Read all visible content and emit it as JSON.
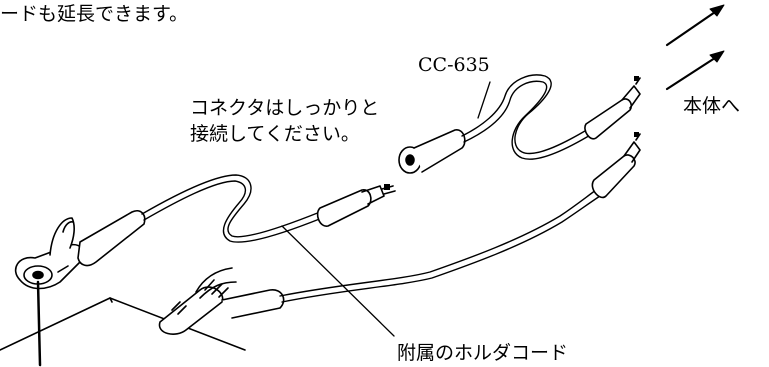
{
  "intro_text": "ードも延長できます。",
  "labels": {
    "extension_cord_model": "CC-635",
    "connector_note_line1": "コネクタはしっかりと",
    "connector_note_line2": "接続してください。",
    "to_main_unit": "本体へ",
    "holder_cord": "附属のホルダコード"
  },
  "icons": [
    "arrow-up-right-icon",
    "arrow-up-right-icon"
  ]
}
